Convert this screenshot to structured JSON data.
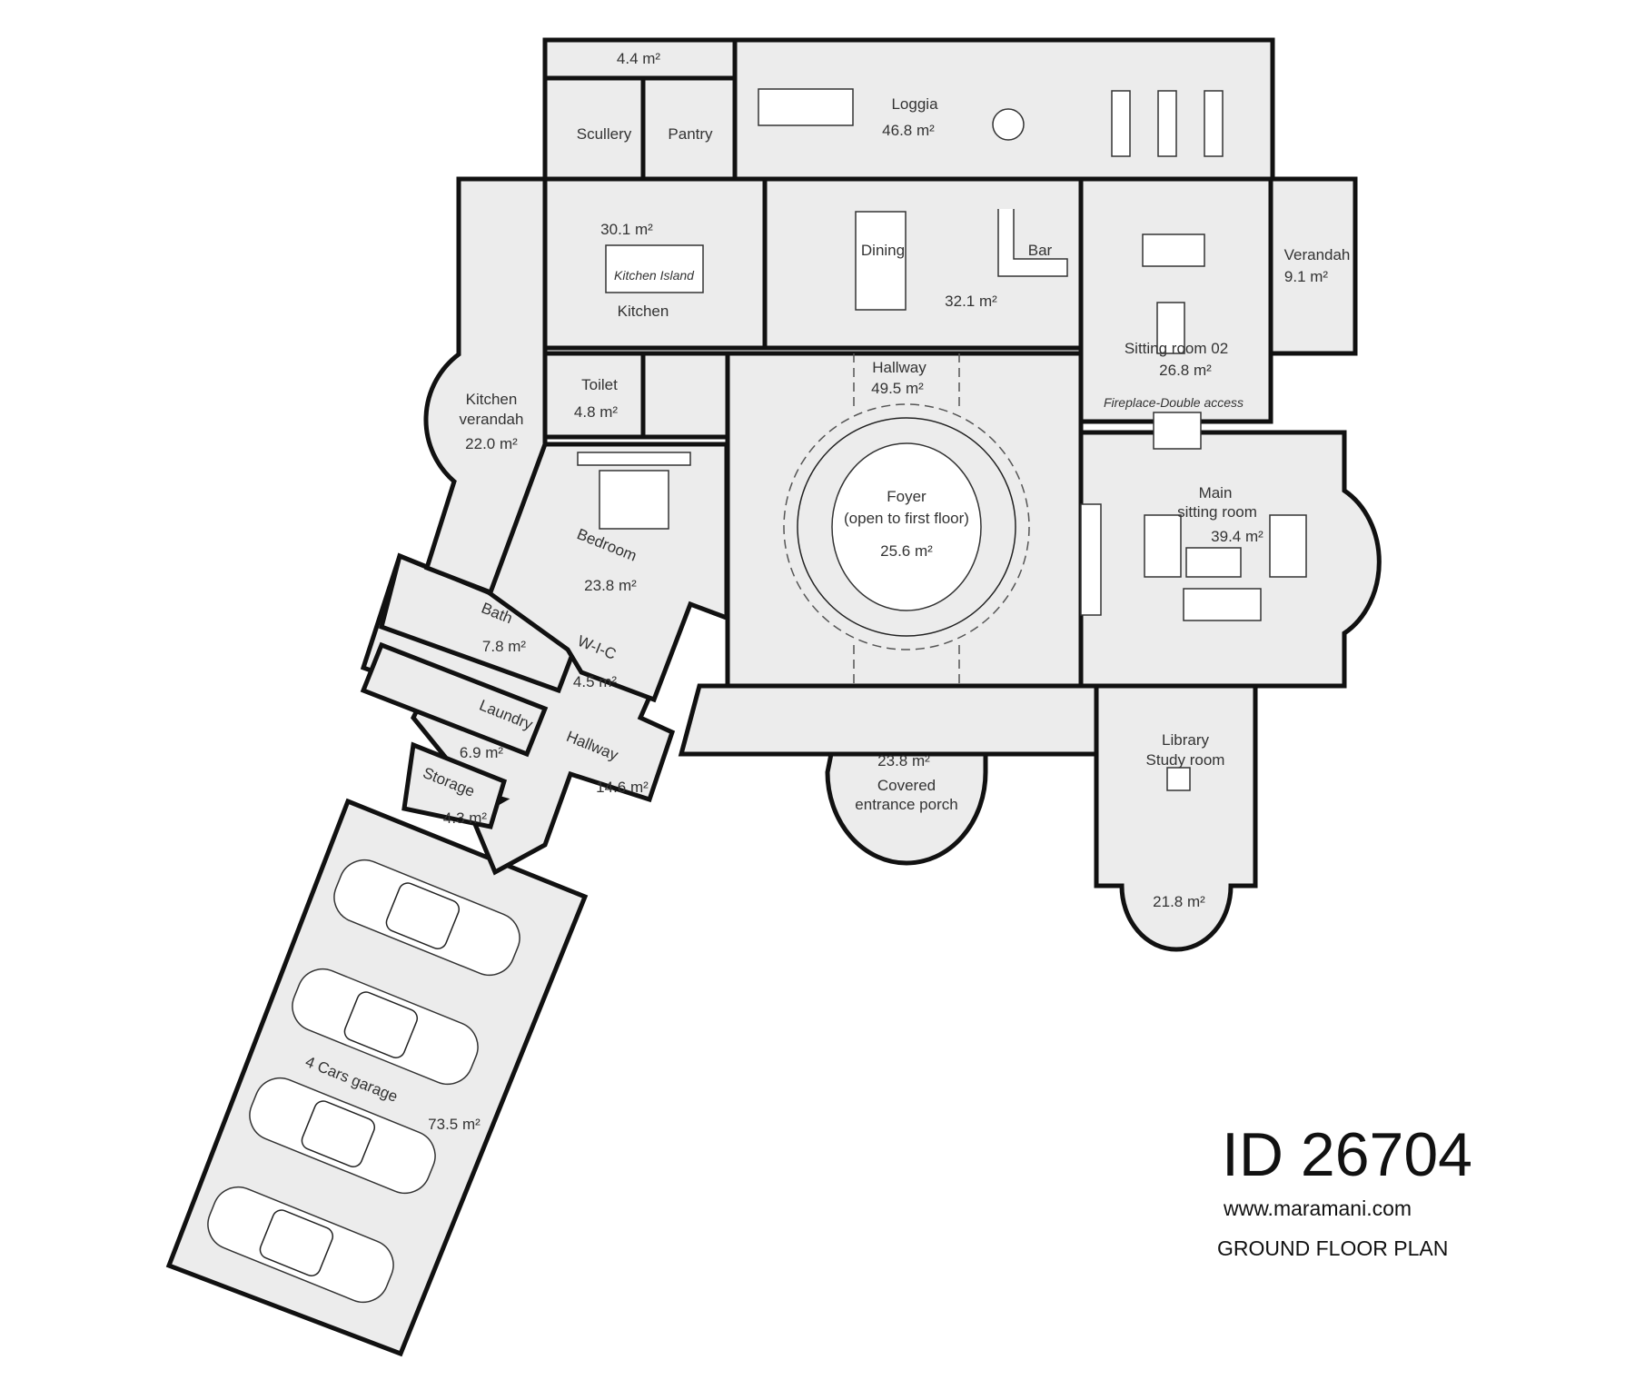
{
  "plan": {
    "id_label": "ID 26704",
    "website": "www.maramani.com",
    "title": "GROUND FLOOR PLAN"
  },
  "rooms": {
    "store_top": {
      "area": "4.4 m²"
    },
    "scullery": {
      "name": "Scullery"
    },
    "pantry": {
      "name": "Pantry"
    },
    "loggia": {
      "name": "Loggia",
      "area": "46.8 m²"
    },
    "kitchen": {
      "name": "Kitchen",
      "area": "30.1 m²",
      "island": "Kitchen Island"
    },
    "dining": {
      "name": "Dining",
      "area": "32.1 m²"
    },
    "bar": {
      "name": "Bar"
    },
    "sitting_02": {
      "name": "Sitting room 02",
      "area": "26.8 m²",
      "note": "Fireplace-Double access"
    },
    "verandah": {
      "name": "Verandah",
      "area": "9.1 m²"
    },
    "kitchen_verandah": {
      "name_line1": "Kitchen",
      "name_line2": "verandah",
      "area": "22.0 m²"
    },
    "toilet": {
      "name": "Toilet",
      "area": "4.8 m²"
    },
    "hallway_main": {
      "name": "Hallway",
      "area": "49.5 m²"
    },
    "foyer": {
      "name": "Foyer",
      "note": "(open to first floor)",
      "area": "25.6 m²"
    },
    "main_sitting": {
      "name_line1": "Main",
      "name_line2": "sitting room",
      "area": "39.4 m²"
    },
    "bedroom": {
      "name": "Bedroom",
      "area": "23.8 m²"
    },
    "bath": {
      "name": "Bath",
      "area": "7.8 m²"
    },
    "wic": {
      "name": "W-I-C",
      "area": "4.5 m²"
    },
    "laundry": {
      "name": "Laundry",
      "area": "6.9 m²"
    },
    "storage": {
      "name": "Storage",
      "area": "4.3 m²"
    },
    "hallway_side": {
      "name": "Hallway",
      "area": "14.6 m²"
    },
    "porch": {
      "area": "23.8 m²",
      "name_line1": "Covered",
      "name_line2": "entrance porch"
    },
    "library": {
      "name_line1": "Library",
      "name_line2": "Study room",
      "area": "21.8 m²"
    },
    "garage": {
      "name": "4 Cars garage",
      "area": "73.5 m²"
    }
  },
  "colors": {
    "floor": "#ececec",
    "wall": "#111111",
    "text": "#333333"
  }
}
